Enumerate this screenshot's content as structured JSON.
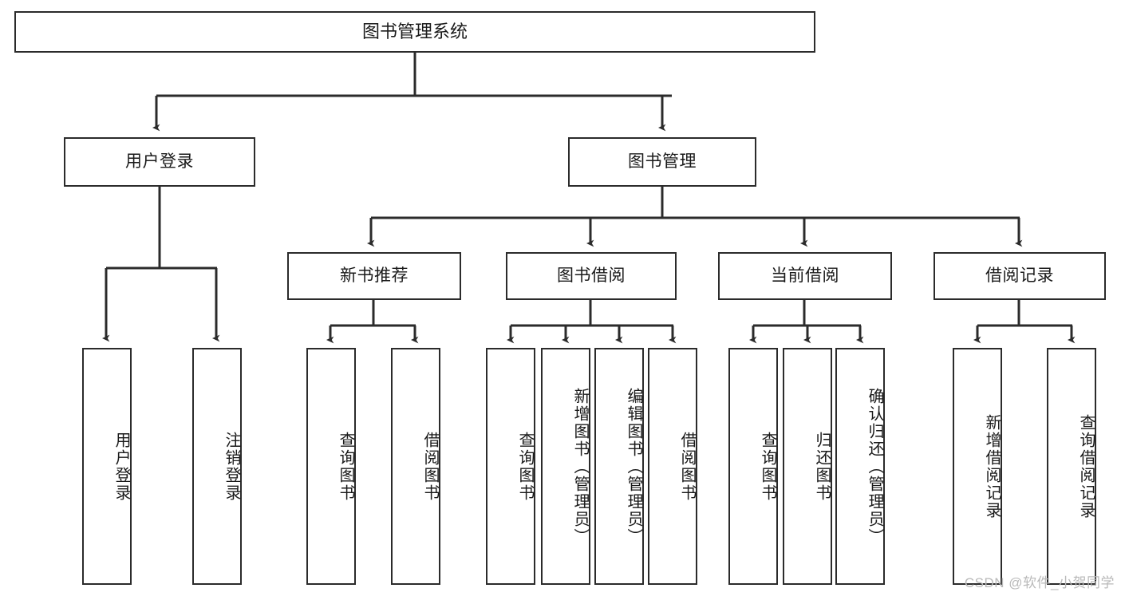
{
  "diagram": {
    "type": "tree-hierarchy-flowchart",
    "title": "图书管理系统",
    "colors": {
      "stroke": "#2b2b2b",
      "fill": "#ffffff",
      "text": "#1a1a1a",
      "watermark": "#b9b9b9"
    },
    "root": {
      "label": "图书管理系统"
    },
    "level2": [
      {
        "label": "用户登录"
      },
      {
        "label": "图书管理"
      }
    ],
    "level3": [
      {
        "label": "新书推荐"
      },
      {
        "label": "图书借阅"
      },
      {
        "label": "当前借阅"
      },
      {
        "label": "借阅记录"
      }
    ],
    "leaves": {
      "user_login": [
        {
          "label": "用户登录"
        },
        {
          "label": "注销登录"
        }
      ],
      "new_book_recommend": [
        {
          "label": "查询图书"
        },
        {
          "label": "借阅图书"
        }
      ],
      "book_borrow": [
        {
          "label": "查询图书"
        },
        {
          "label": "新增图书（管理员）"
        },
        {
          "label": "编辑图书（管理员）"
        },
        {
          "label": "借阅图书"
        }
      ],
      "current_borrow": [
        {
          "label": "查询图书"
        },
        {
          "label": "归还图书"
        },
        {
          "label": "确认归还（管理员）"
        }
      ],
      "borrow_record": [
        {
          "label": "新增借阅记录"
        },
        {
          "label": "查询借阅记录"
        }
      ]
    }
  },
  "watermark": {
    "text": "CSDN @软件_小贺同学"
  }
}
